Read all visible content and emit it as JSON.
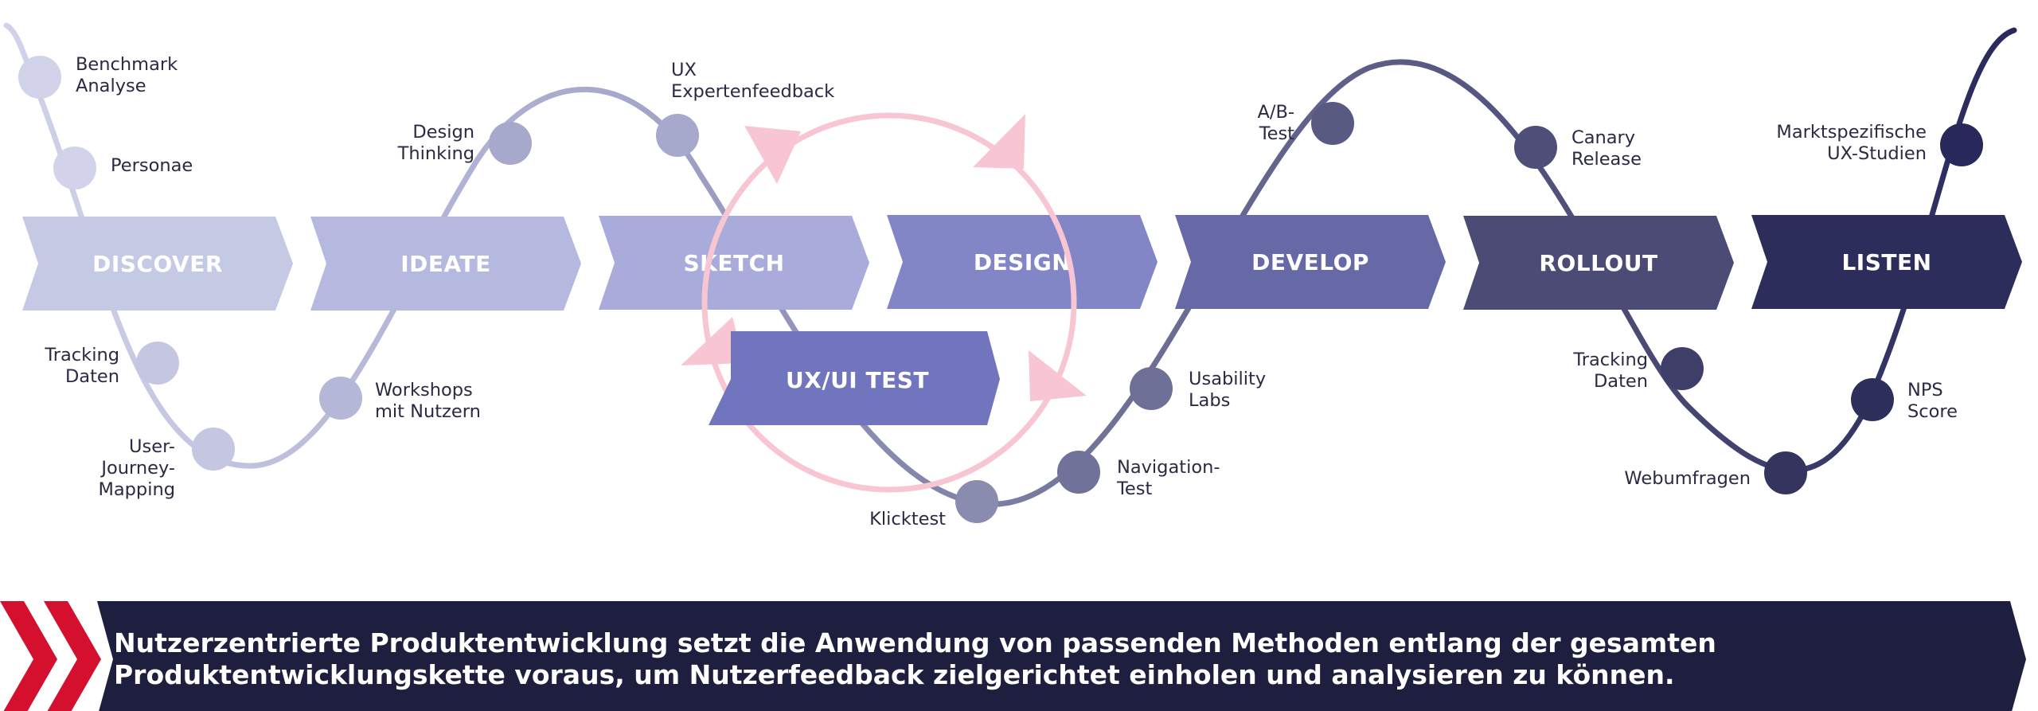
{
  "phases": [
    {
      "label": "DISCOVER",
      "color": "#c5cae4"
    },
    {
      "label": "IDEATE",
      "color": "#b5b8df"
    },
    {
      "label": "SKETCH",
      "color": "#a9acdb"
    },
    {
      "label": "DESIGN",
      "color": "#8386c6"
    },
    {
      "label": "DEVELOP",
      "color": "#6669a5"
    },
    {
      "label": "ROLLOUT",
      "color": "#4b4b76"
    },
    {
      "label": "LISTEN",
      "color": "#2d2d5c"
    }
  ],
  "test_phase": {
    "label": "UX/UI TEST",
    "color": "#7175bd"
  },
  "cycle_color": "#f7c6d2",
  "methods": [
    {
      "lines": [
        "Benchmark",
        "Analyse"
      ],
      "color": "#d2d3ea"
    },
    {
      "lines": [
        "Personae"
      ],
      "color": "#d2d3ea"
    },
    {
      "lines": [
        "Tracking",
        "Daten"
      ],
      "color": "#c5c6e2"
    },
    {
      "lines": [
        "User-",
        "Journey-",
        "Mapping"
      ],
      "color": "#c5c6e2"
    },
    {
      "lines": [
        "Workshops",
        "mit Nutzern"
      ],
      "color": "#b5b7d8"
    },
    {
      "lines": [
        "Design",
        "Thinking"
      ],
      "color": "#a6a8cc"
    },
    {
      "lines": [
        "UX",
        "Expertenfeedback"
      ],
      "color": "#a6a8cc"
    },
    {
      "lines": [
        "Klicktest"
      ],
      "color": "#8a8caf"
    },
    {
      "lines": [
        "Navigation-",
        "Test"
      ],
      "color": "#707299"
    },
    {
      "lines": [
        "Usability",
        "Labs"
      ],
      "color": "#6e7096"
    },
    {
      "lines": [
        "A/B-",
        "Test"
      ],
      "color": "#585a82"
    },
    {
      "lines": [
        "Canary",
        "Release"
      ],
      "color": "#4e4e78"
    },
    {
      "lines": [
        "Tracking",
        "Daten"
      ],
      "color": "#3e3e68"
    },
    {
      "lines": [
        "Webumfragen"
      ],
      "color": "#34345e"
    },
    {
      "lines": [
        "NPS",
        "Score"
      ],
      "color": "#2e2e5a"
    },
    {
      "lines": [
        "Marktspezifische",
        "UX-Studien"
      ],
      "color": "#28285a"
    }
  ],
  "banner": {
    "line1": "Nutzerzentrierte Produktentwicklung setzt die Anwendung von passenden Methoden entlang der gesamten",
    "line2": "Produktentwicklungskette voraus, um Nutzerfeedback zielgerichtet einholen und analysieren zu können.",
    "bg_color": "#1e1e3e",
    "chevron_color": "#d4102e"
  }
}
